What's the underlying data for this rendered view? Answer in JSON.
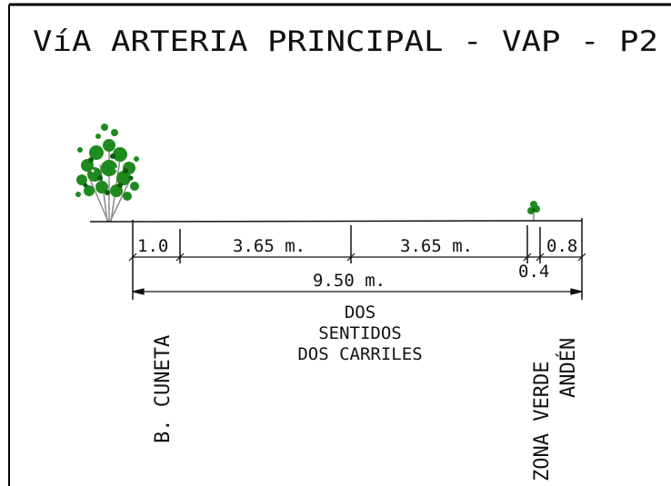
{
  "title": "VíA ARTERIA PRINCIPAL - VAP - P2",
  "dimensions": {
    "cuneta": "1.0",
    "lane_left": "3.65 m.",
    "lane_right": "3.65 m.",
    "anden": "0.8",
    "zona_verde": "0.4",
    "total": "9.50 m."
  },
  "labels": {
    "b_cuneta": "B. CUNETA",
    "center_line1": "DOS",
    "center_line2": "SENTIDOS",
    "center_line3": "DOS CARRILES",
    "zona_verde": "ZONA VERDE",
    "anden": "ANDÉN"
  },
  "colors": {
    "line": "#111111",
    "tree_green": "#1f8a1f",
    "tree_dark": "#0d5c0d",
    "trunk": "#8a8a8a"
  }
}
